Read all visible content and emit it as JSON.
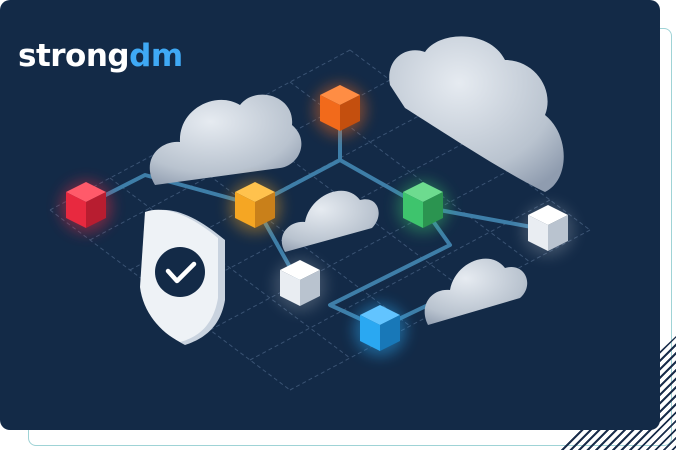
{
  "brand": {
    "name_part1": "strong",
    "name_part2": "dm",
    "text_color": "#ffffff",
    "accent_color": "#3fa9f5"
  },
  "colors": {
    "background": "#132a47",
    "grid_line": "#3a5373",
    "connector": "#3e7ea8",
    "cloud": "#cfd6df"
  },
  "nodes": [
    {
      "name": "red-cube",
      "color": "#e8293f"
    },
    {
      "name": "orange-cube",
      "color": "#f26a1b"
    },
    {
      "name": "yellow-cube",
      "color": "#f5a623"
    },
    {
      "name": "green-cube",
      "color": "#3ec46d"
    },
    {
      "name": "white-cube",
      "color": "#f2f4f7"
    },
    {
      "name": "blue-cube",
      "color": "#2aa8f2"
    }
  ],
  "icons": [
    "shield-check-icon",
    "cloud-icon"
  ]
}
